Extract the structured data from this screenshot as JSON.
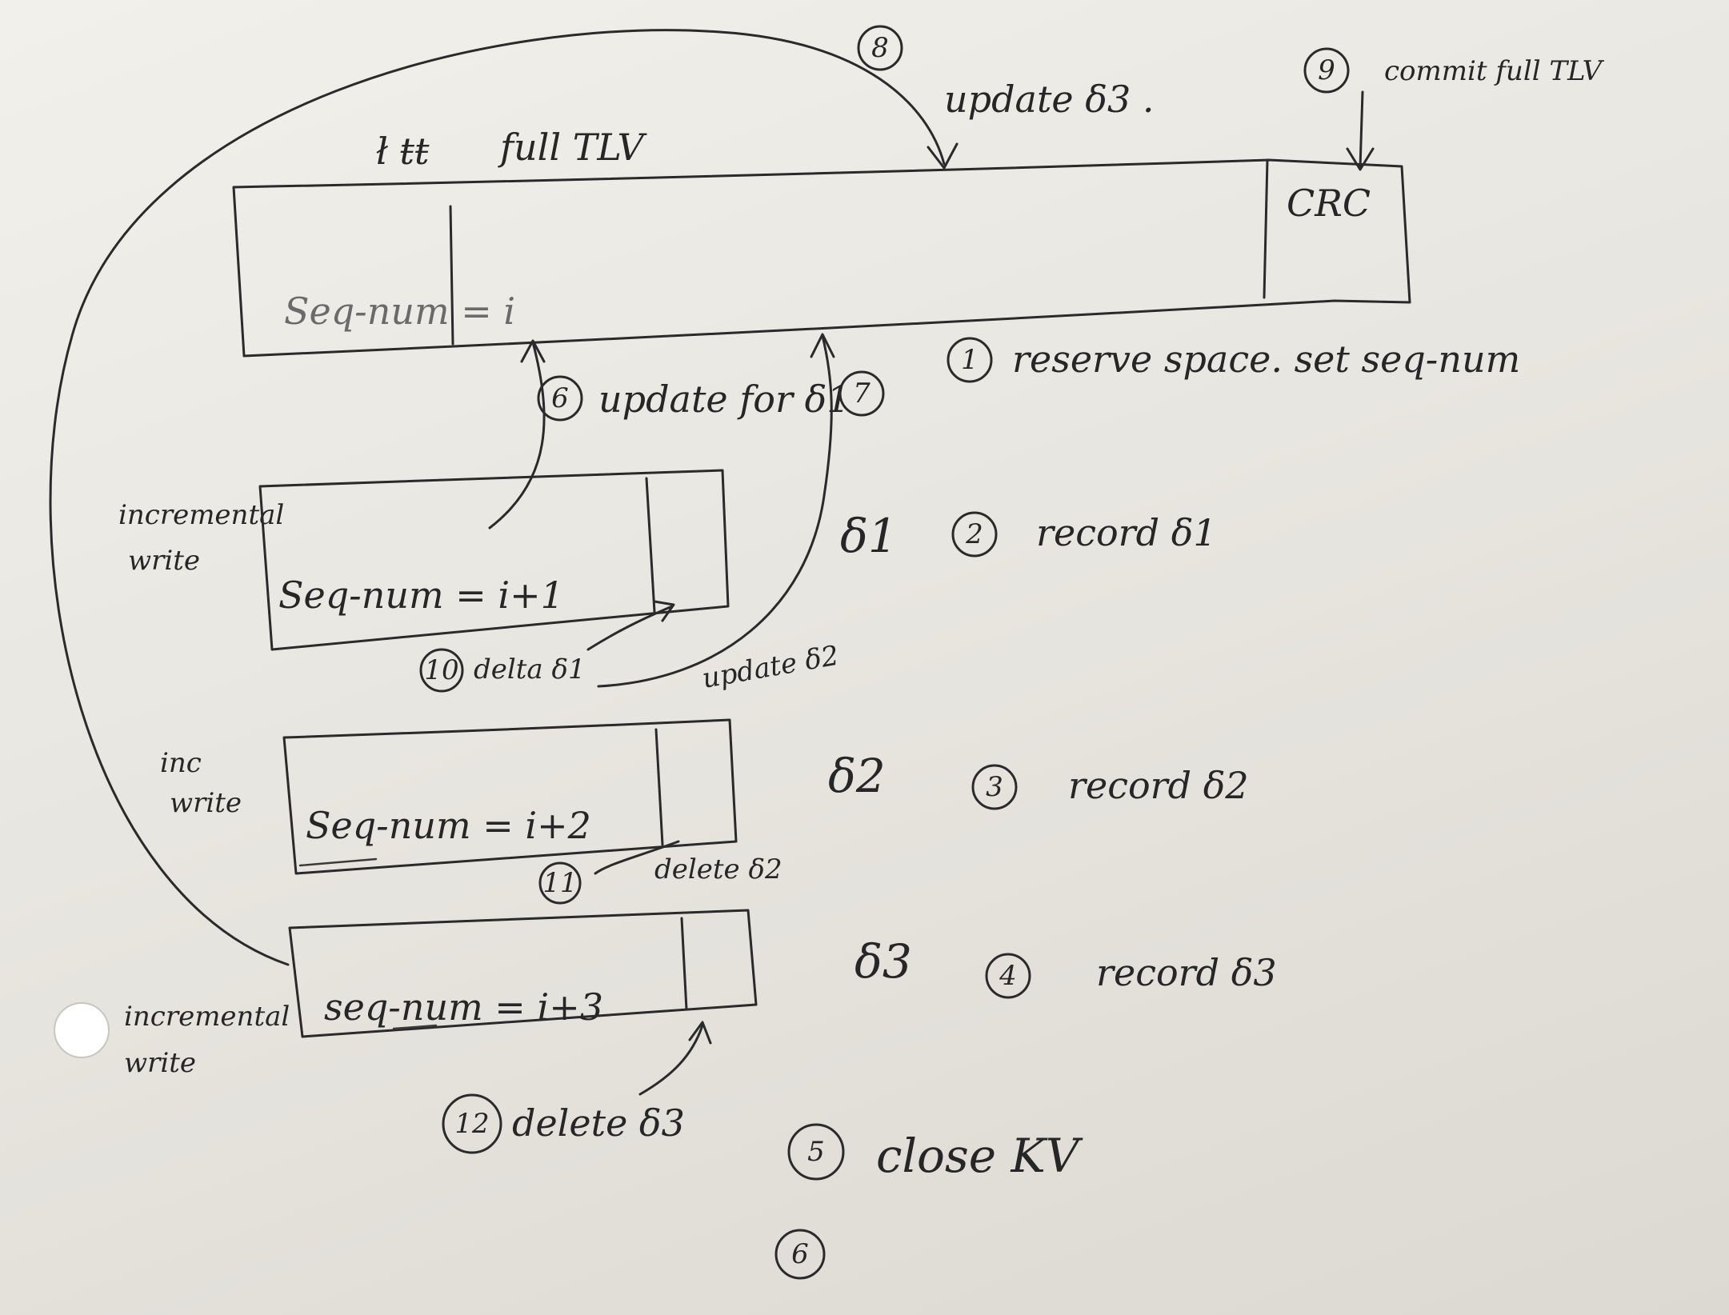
{
  "labels": {
    "full_tlv_title": "full TLV",
    "step8_text": "update δ3 .",
    "step9_text": "commit full TLV",
    "crc": "CRC",
    "seq_full": "Seq-num = i",
    "step1_text": "reserve space. set seq-num",
    "step6_text": "update for δ1",
    "seq_inc1": "Seq-num = i+1",
    "delta1_side": "δ1",
    "step2_text": "record δ1",
    "step10_text": "delta δ1",
    "update2_text": "update δ2",
    "inc1_label_line1": "incremental",
    "inc1_label_line2": "write",
    "inc2_label_line1": "inc",
    "inc2_label_line2": "write",
    "seq_inc2": "Seq-num = i+2",
    "delta2_side": "δ2",
    "step3_text": "record δ2",
    "step11_text": "delete δ2",
    "seq_inc3": "seq-num = i+3",
    "delta3_side": "δ3",
    "step4_text": "record δ3",
    "inc3_label_line1": "incremental",
    "inc3_label_line2": "write",
    "step12_text": "delete δ3",
    "step5_text": "close KV"
  },
  "step_numbers": {
    "s1": "1",
    "s2": "2",
    "s3": "3",
    "s4": "4",
    "s5": "5",
    "s6": "6",
    "s7": "7",
    "s8": "8",
    "s9": "9",
    "s10": "10",
    "s11": "11",
    "s12": "12",
    "s13": "6"
  }
}
